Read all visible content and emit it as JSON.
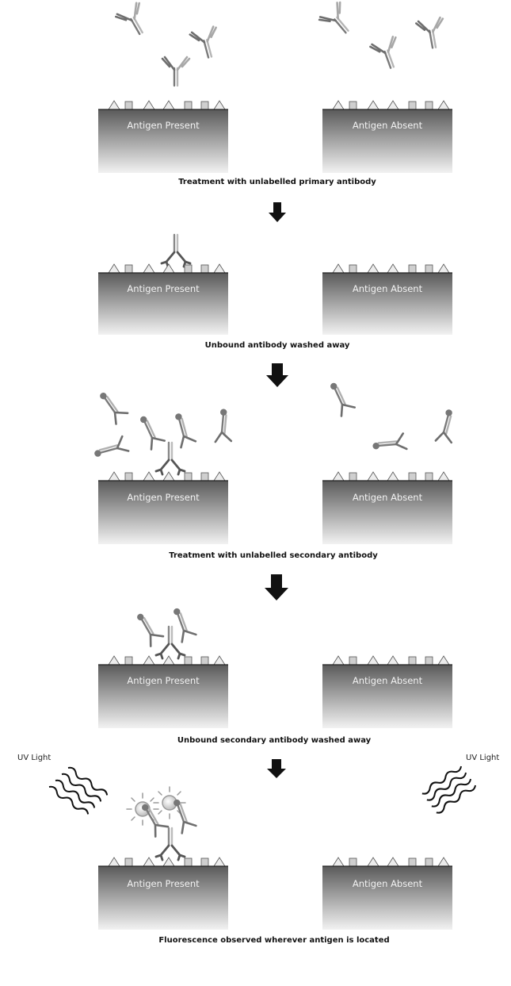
{
  "label_present": "Antigen Present",
  "label_absent": "Antigen Absent",
  "uv_label": "UV Light",
  "steps": [
    {
      "caption": "Treatment with unlabelled primary antibody"
    },
    {
      "caption": "Unbound antibody washed away"
    },
    {
      "caption": "Treatment with unlabelled secondary antibody"
    },
    {
      "caption": "Unbound secondary antibody washed away"
    },
    {
      "caption": "Fluorescence observed wherever antigen is located"
    }
  ],
  "colors": {
    "primary_antibody": "#777777",
    "secondary_antibody": "#8a8a8a",
    "arrow": "#111111",
    "block_top": "#5a5a5a",
    "block_bottom": "#f2f2f2"
  }
}
